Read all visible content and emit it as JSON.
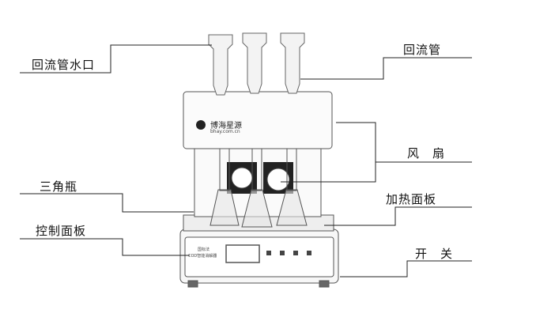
{
  "labels": {
    "reflux_water_port": "回流管水口",
    "reflux_tube": "回流管",
    "fan": "风　扇",
    "flask": "三角瓶",
    "heating_panel": "加热面板",
    "control_panel": "控制面板",
    "switch": "开　关"
  },
  "device": {
    "brand": "博海星源",
    "website": "bhay.com.cn",
    "method": "国标法",
    "model": "COD智能消解器"
  }
}
